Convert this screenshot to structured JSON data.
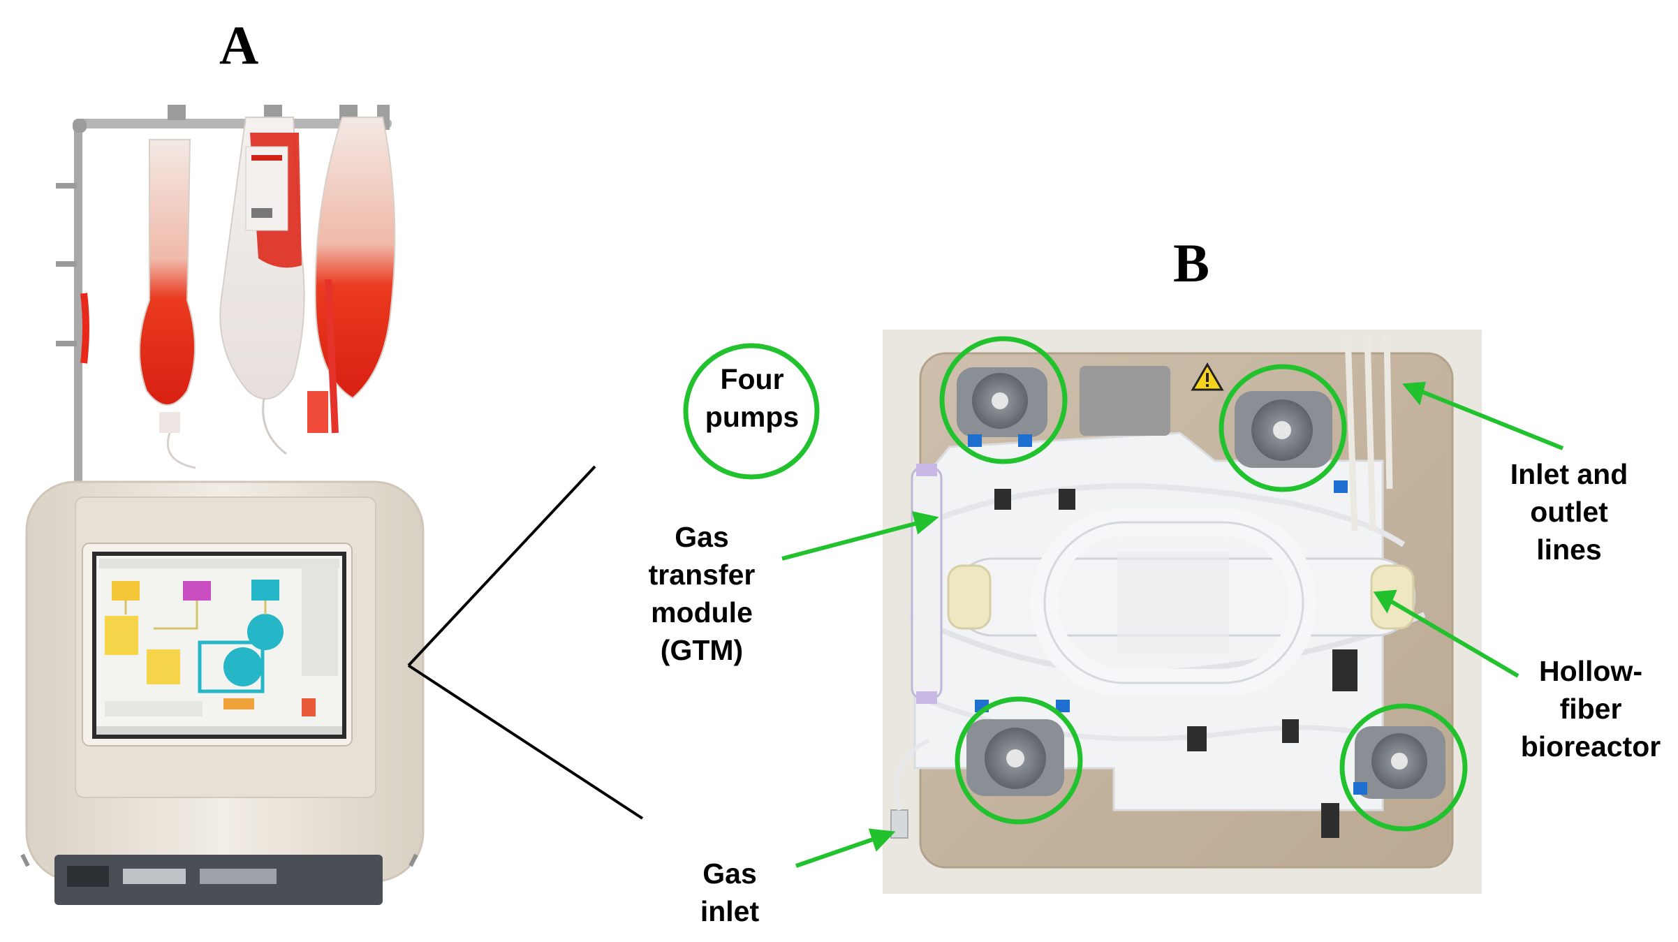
{
  "panels": {
    "a_label": "A",
    "b_label": "B"
  },
  "annotations": {
    "four_pumps": [
      "Four",
      "pumps"
    ],
    "gas_transfer_module": [
      "Gas",
      "transfer",
      "module",
      "(GTM)"
    ],
    "gas_inlet": [
      "Gas",
      "inlet"
    ],
    "inlet_outlet_lines": [
      "Inlet and",
      "outlet",
      "lines"
    ],
    "hollow_fiber_bioreactor": [
      "Hollow-",
      "fiber",
      "bioreactor"
    ]
  },
  "colors": {
    "highlight_green": "#22c22e",
    "device_cream": "#ebe5db",
    "panel_metal": "#c7b8a4",
    "media_red": "#e8281a",
    "pump_gray": "#7b7f86"
  },
  "icons": {
    "warning": "warning-triangle-icon"
  }
}
